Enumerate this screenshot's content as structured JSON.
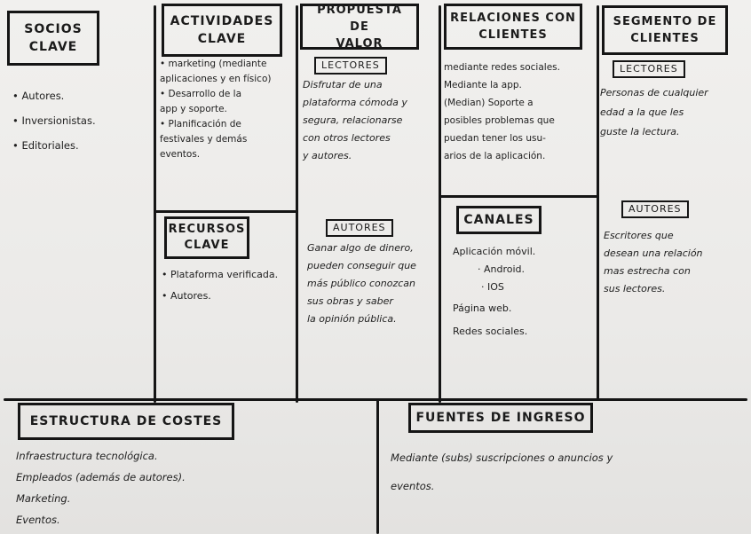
{
  "sections": {
    "socios": {
      "title": "SOCIOS\nCLAVE",
      "items": [
        "• Autores.",
        "• Inversionistas.",
        "• Editoriales."
      ]
    },
    "actividades": {
      "title": "ACTIVIDADES\nCLAVE",
      "lines": [
        "• marketing (mediante",
        "aplicaciones y en físico)",
        "• Desarrollo de la",
        "app y soporte.",
        "• Planificación de",
        "festivales y demás",
        "eventos."
      ]
    },
    "recursos": {
      "title": "RECURSOS\nCLAVE",
      "items": [
        "• Plataforma verificada.",
        "• Autores."
      ]
    },
    "propuesta": {
      "title": "PROPUESTA DE\nVALOR",
      "tag_lectores": "LECTORES",
      "lectores_lines": [
        "Disfrutar de una",
        "plataforma cómoda y",
        "segura, relacionarse",
        "con otros lectores",
        "y autores."
      ],
      "tag_autores": "AUTORES",
      "autores_lines": [
        "Ganar algo de dinero,",
        "pueden conseguir que",
        "más público conozcan",
        "sus obras y saber",
        "la opinión pública."
      ]
    },
    "relaciones": {
      "title": "RELACIONES CON\nCLIENTES",
      "lines": [
        "mediante redes sociales.",
        "Mediante la app.",
        "(Median) Soporte a",
        "posibles problemas que",
        "puedan tener los usu-",
        "arios de la aplicación."
      ]
    },
    "canales": {
      "title": "CANALES",
      "lines": [
        "Aplicación móvil.",
        "· Android.",
        "· IOS",
        "Página web.",
        "Redes sociales."
      ]
    },
    "segmento": {
      "title": "SEGMENTO DE\nCLIENTES",
      "tag_lectores": "LECTORES",
      "lectores_lines": [
        "Personas de cualquier",
        "edad a la que les",
        "guste la lectura."
      ],
      "tag_autores": "AUTORES",
      "autores_lines": [
        "Escritores que",
        "desean una relación",
        "mas estrecha con",
        "sus lectores."
      ]
    },
    "costes": {
      "title": "ESTRUCTURA DE COSTES",
      "lines": [
        "Infraestructura tecnológica.",
        "Empleados (además de autores).",
        "Marketing.",
        "Eventos."
      ]
    },
    "ingresos": {
      "title": "FUENTES DE INGRESO",
      "lines": [
        "Mediante (subs) suscripciones o anuncios y",
        "eventos."
      ]
    }
  }
}
